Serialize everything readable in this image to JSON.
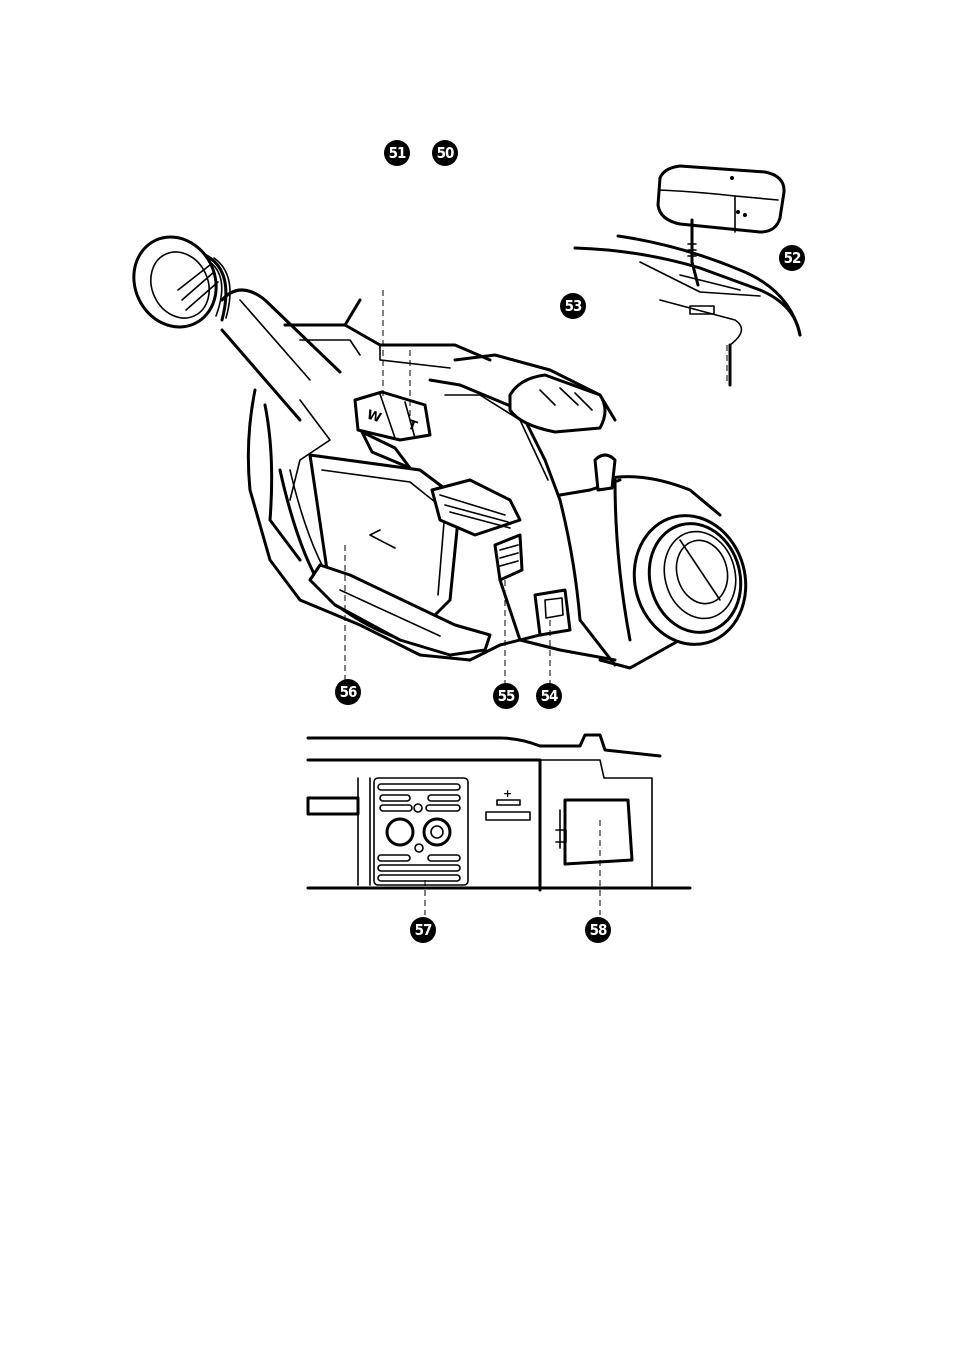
{
  "callouts": {
    "c51": "51",
    "c50": "50",
    "c52": "52",
    "c53": "53",
    "c56": "56",
    "c55": "55",
    "c54": "54",
    "c57": "57",
    "c58": "58"
  },
  "zoom_lever": {
    "w": "W",
    "t": "T"
  },
  "battery_symbol": "+"
}
